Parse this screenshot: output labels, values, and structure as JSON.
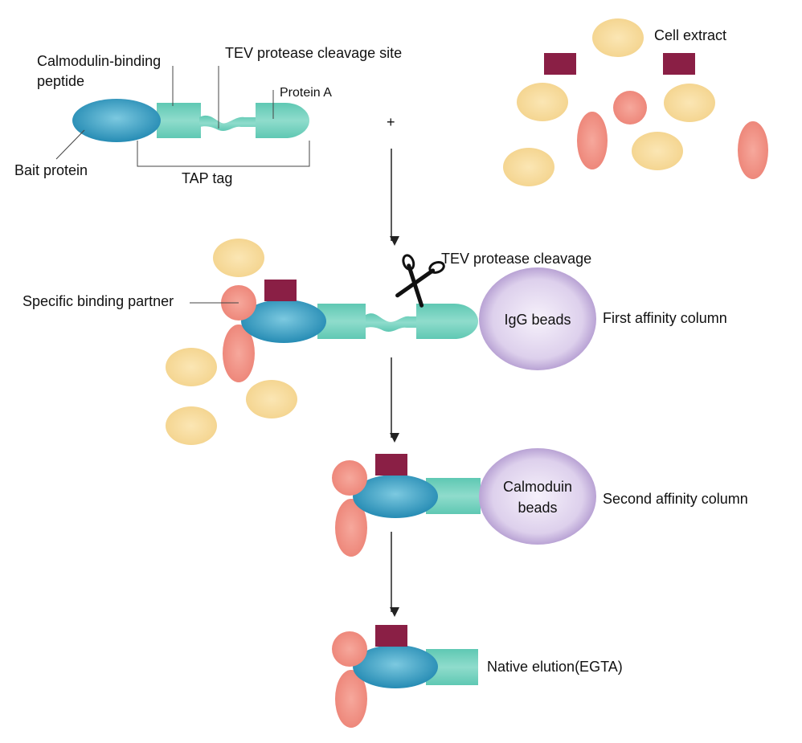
{
  "labels": {
    "calmodulin_binding_1": "Calmodulin-binding",
    "calmodulin_binding_2": "peptide",
    "tev_site": "TEV protease cleavage site",
    "protein_a": "Protein A",
    "bait_protein": "Bait protein",
    "tap_tag": "TAP tag",
    "plus": "+",
    "cell_extract": "Cell extract",
    "tev_cleavage": "TEV protease cleavage",
    "specific_binding_partner": "Specific binding partner",
    "igg_beads": "IgG beads",
    "first_affinity": "First affinity column",
    "calmodulin_beads_1": "Calmoduin",
    "calmodulin_beads_2": "beads",
    "second_affinity": "Second affinity column",
    "native_elution": "Native elution(EGTA)"
  },
  "colors": {
    "bait": "#2f9fc4",
    "tag": "#6fd0bd",
    "other_protein": "#f5d995",
    "binding_partner": "#f08c80",
    "maroon_partner": "#8a1f45",
    "beads": "#c9b6e0"
  }
}
